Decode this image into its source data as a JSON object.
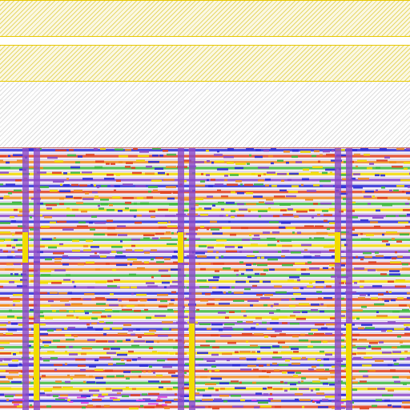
{
  "view": {
    "title": "",
    "kind": "ic-layout-view"
  },
  "colors": {
    "metal_blue": "#2a2ad6",
    "poly_red": "#e0401c",
    "diff_orange": "#f08c1c",
    "contact_yellow": "#f2dc00",
    "via_purple": "#8a48c8",
    "implant_green": "#3cb83c",
    "well_hatch": "#e6d86a",
    "background": "#ffffff",
    "accent_magenta": "#e03ce0"
  },
  "layout": {
    "hatched_bands": [
      {
        "name": "band-top",
        "pattern": "yellow-diagonal-hatch"
      },
      {
        "name": "band-mid",
        "pattern": "yellow-diagonal-hatch"
      }
    ],
    "blank_region": {
      "pattern": "light-gray-diagonal-hatch"
    },
    "cell_array": {
      "row_count": 44,
      "power_strap_columns": 3,
      "row_layer_cycle": [
        "metal_blue",
        "poly_red",
        "diff_orange",
        "implant_green",
        "contact_yellow",
        "via_purple"
      ]
    }
  }
}
